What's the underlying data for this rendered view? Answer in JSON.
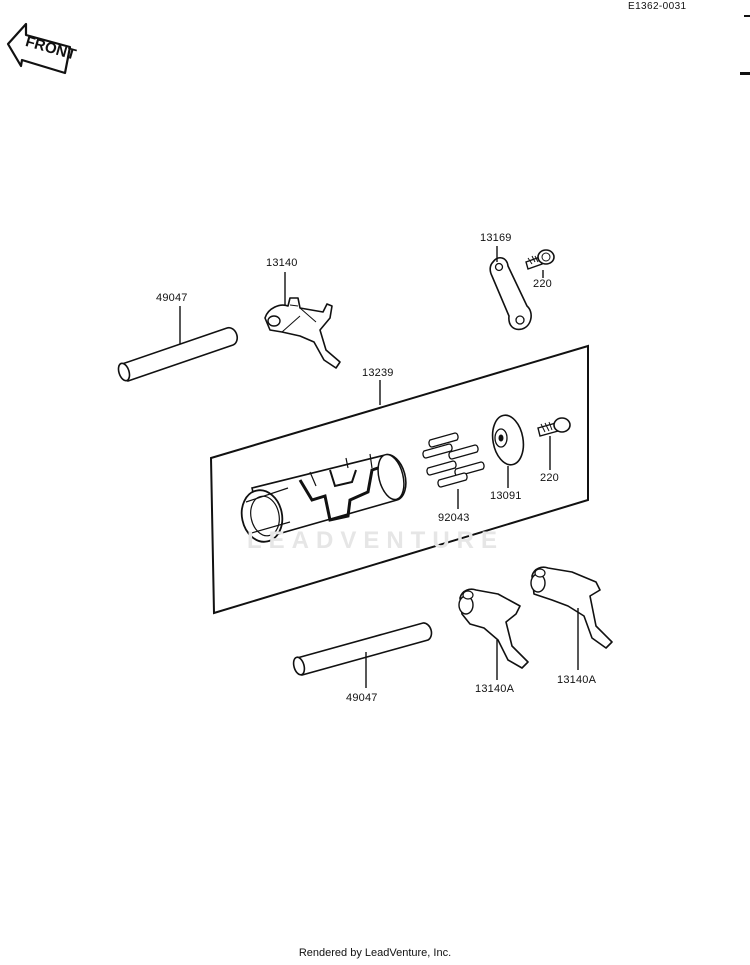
{
  "document": {
    "code": "E1362-0031",
    "front_label": "FRONT",
    "watermark": "LEADVENTURE",
    "footer": "Rendered by LeadVenture, Inc."
  },
  "parts": {
    "shaft_upper": "49047",
    "fork_upper": "13140",
    "plate": "13169",
    "bolt_upper": "220",
    "drum_assembly": "13239",
    "pins": "92043",
    "cam": "13091",
    "bolt_lower": "220",
    "shaft_lower": "49047",
    "fork_lower_left": "13140A",
    "fork_lower_right": "13140A"
  }
}
